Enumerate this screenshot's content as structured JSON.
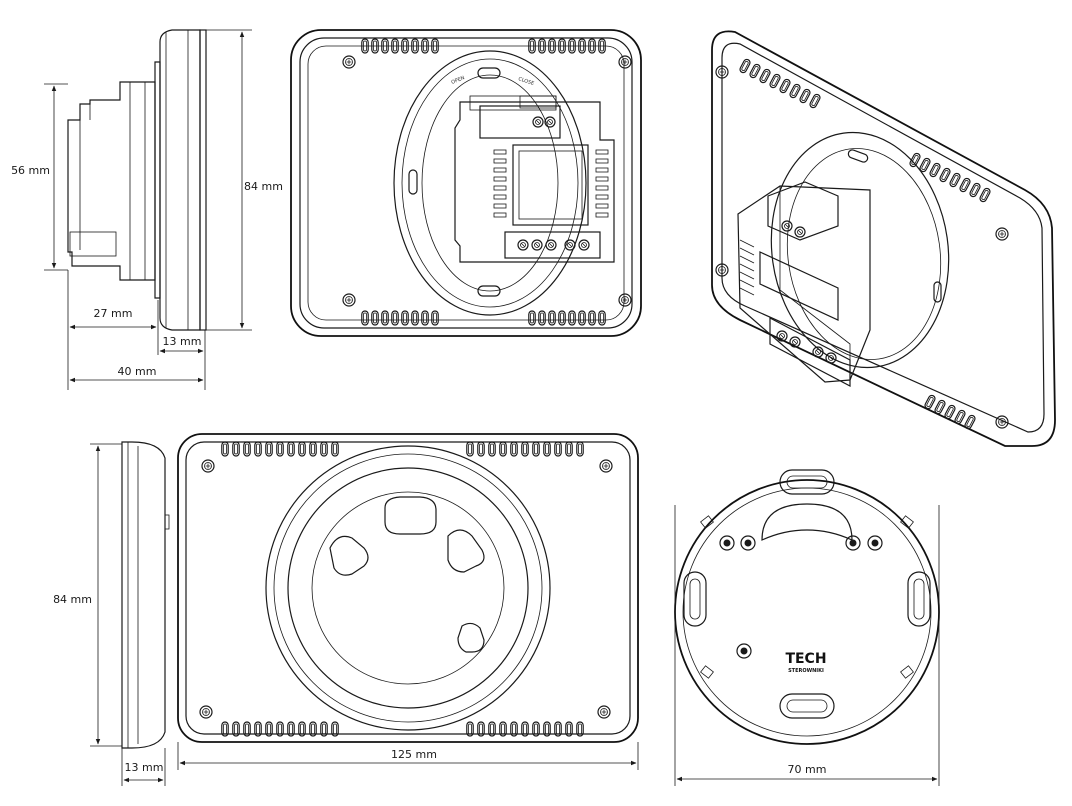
{
  "dimensions": {
    "top_left_height": "56 mm",
    "top_left_depth_total": "40 mm",
    "top_left_depth_body": "27 mm",
    "top_left_depth_plate": "13 mm",
    "top_left_panel_height": "84 mm",
    "bottom_left_height": "84 mm",
    "bottom_left_depth": "13 mm",
    "front_width": "125 mm",
    "plate_diameter": "70 mm"
  },
  "labels": {
    "logo": "TECH",
    "logo_sub": "STEROWNIKI",
    "open": "OPEN",
    "close": "CLOSE"
  },
  "colors": {
    "line": "#1a1a1a",
    "background": "#ffffff"
  }
}
